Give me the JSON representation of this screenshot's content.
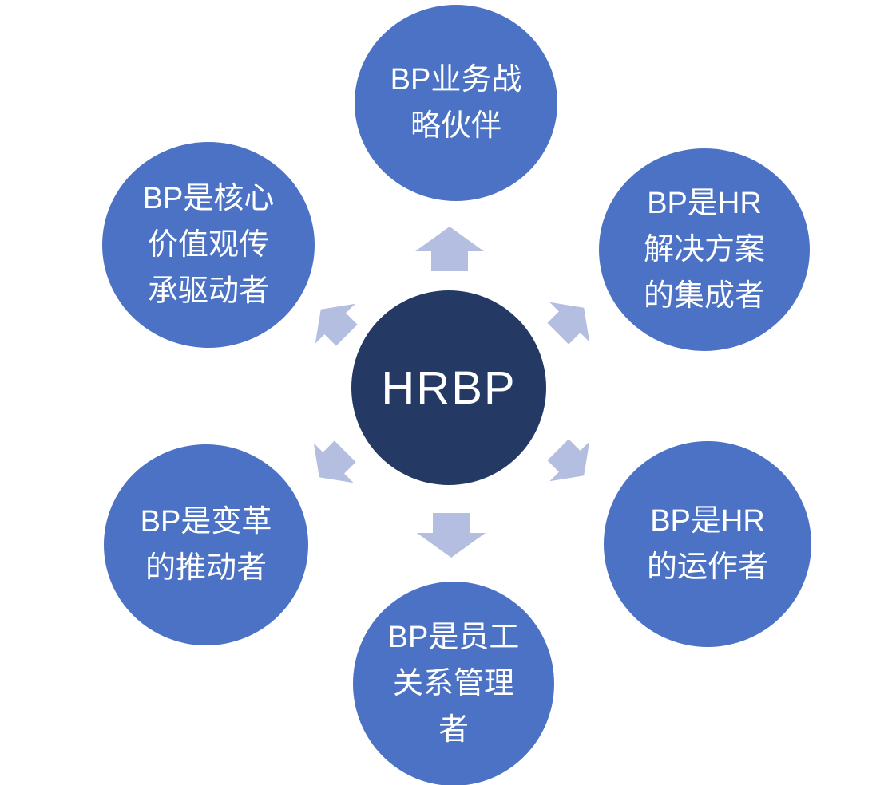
{
  "diagram": {
    "type": "hub-and-spoke",
    "center": {
      "label": "HRBP"
    },
    "nodes": [
      {
        "position": "top",
        "label": "BP业务战略伙伴",
        "lines": [
          "BP业务战",
          "略伙伴"
        ]
      },
      {
        "position": "top-left",
        "label": "BP是核心价值观传承驱动者",
        "lines": [
          "BP是核心",
          "价值观传",
          "承驱动者"
        ]
      },
      {
        "position": "top-right",
        "label": "BP是HR解决方案的集成者",
        "lines": [
          "BP是HR",
          "解决方案",
          "的集成者"
        ]
      },
      {
        "position": "bottom-left",
        "label": "BP是变革的推动者",
        "lines": [
          "BP是变革",
          "的推动者"
        ]
      },
      {
        "position": "bottom-right",
        "label": "BP是HR的运作者",
        "lines": [
          "BP是HR",
          "的运作者"
        ]
      },
      {
        "position": "bottom",
        "label": "BP是员工关系管理者",
        "lines": [
          "BP是员工",
          "关系管理",
          "者"
        ]
      }
    ],
    "arrows": [
      {
        "direction": "up"
      },
      {
        "direction": "upper-left"
      },
      {
        "direction": "upper-right"
      },
      {
        "direction": "lower-left"
      },
      {
        "direction": "lower-right"
      },
      {
        "direction": "down"
      }
    ],
    "colors": {
      "node-fill": "#4B72C4",
      "center-fill": "#243A64",
      "arrow-fill": "#B4BEE0",
      "text": "#FFFFFF",
      "background": "#FFFFFF"
    }
  }
}
